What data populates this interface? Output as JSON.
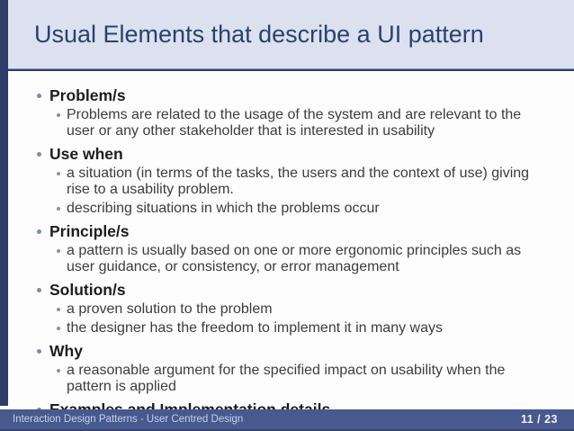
{
  "title": "Usual Elements that describe a UI pattern",
  "content": {
    "sections": [
      {
        "header": "Problem/s",
        "subs": [
          "Problems are related to the usage of the system and are relevant to the user or any other stakeholder that is interested in usability"
        ]
      },
      {
        "header": "Use when",
        "subs": [
          "a situation (in terms of the tasks, the users and the context of use) giving rise to a usability problem.",
          "describing situations in which the problems occur"
        ]
      },
      {
        "header": "Principle/s",
        "subs": [
          "a pattern is usually based on one or more ergonomic principles such as user guidance, or consistency, or error management"
        ]
      },
      {
        "header": "Solution/s",
        "subs": [
          "a proven solution to the problem",
          "the designer has the freedom to implement it in many ways"
        ]
      },
      {
        "header": "Why",
        "subs": [
          "a reasonable argument for the specified impact on usability when the pattern is applied"
        ]
      },
      {
        "header": "Examples and Implementation details",
        "subs": []
      }
    ]
  },
  "footer": {
    "caption": "Interaction Design Patterns - User Centred Design",
    "page_indicator": "11 / 23"
  },
  "colors": {
    "accent_navy": "#2e3c66",
    "title_band_bg": "#dbe1ef",
    "title_text": "#2b4170",
    "divider": "#32406b",
    "footer_bg": "#47598d",
    "footer_text": "#c9d1e7",
    "page_number_text": "#f2f4fa",
    "bullet_dot": "#7e8cab",
    "header_text": "#1d1d1d",
    "body_text": "#3d3d3d"
  }
}
